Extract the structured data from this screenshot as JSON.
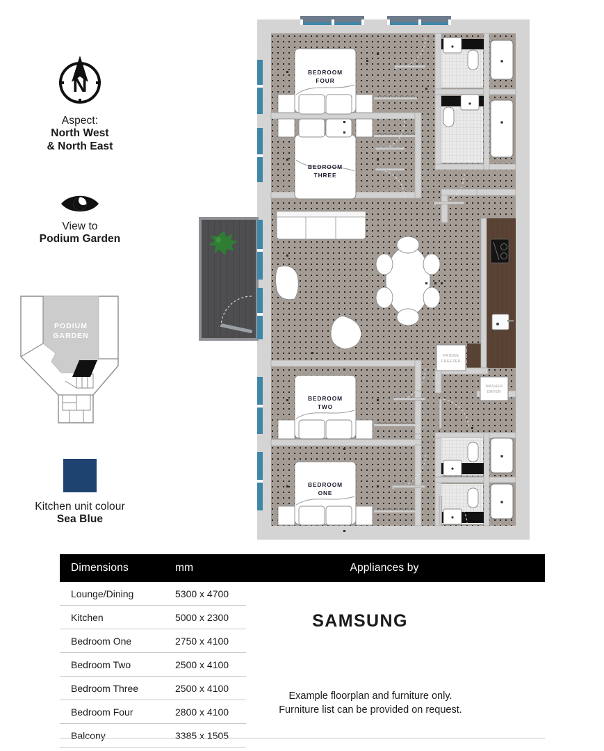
{
  "key_panel": {
    "compass": {
      "icon": "compass-north-icon",
      "letter": "N",
      "caption_label": "Aspect:",
      "caption_value_line1": "North West",
      "caption_value_line2": "& North East"
    },
    "view": {
      "icon": "eye-icon",
      "caption_label": "View to",
      "caption_value": "Podium Garden"
    },
    "podium_map": {
      "name": "podium-garden-mini-map",
      "label_line1": "PODIUM",
      "label_line2": "GARDEN",
      "fill_color": "#cccccc",
      "unit_marker_color": "#1a1a1a"
    },
    "kitchen_colour": {
      "swatch_color": "#1e4370",
      "caption_label": "Kitchen unit colour",
      "caption_value": "Sea Blue"
    }
  },
  "floorplan": {
    "rooms": [
      {
        "name": "bedroom-four",
        "line1": "BEDROOM",
        "line2": "FOUR"
      },
      {
        "name": "bedroom-three",
        "line1": "BEDROOM",
        "line2": "THREE"
      },
      {
        "name": "bedroom-two",
        "line1": "BEDROOM",
        "line2": "TWO"
      },
      {
        "name": "bedroom-one",
        "line1": "BEDROOM",
        "line2": "ONE"
      }
    ],
    "appliances": [
      {
        "name": "fridge-freezer",
        "line1": "FRIDGE",
        "line2": "FREEZER"
      },
      {
        "name": "washer-dryer",
        "line1": "WASHER",
        "line2": "DRYER"
      }
    ],
    "colors": {
      "floor": "#a49c95",
      "kitchen_floor": "#5a4334",
      "balcony_deck": "#4e4e50",
      "wall": "#d4d4d4",
      "wall_outline": "#9a9a9a",
      "glazing": "#3f86a8",
      "tile": "#e8e8e8"
    }
  },
  "table": {
    "headers": {
      "room": "Dimensions",
      "units": "mm",
      "appliances": "Appliances by"
    },
    "rows": [
      {
        "room": "Lounge/Dining",
        "size": "5300 x 4700"
      },
      {
        "room": "Kitchen",
        "size": "5000 x 2300"
      },
      {
        "room": "Bedroom One",
        "size": "2750 x 4100"
      },
      {
        "room": "Bedroom Two",
        "size": "2500 x 4100"
      },
      {
        "room": "Bedroom Three",
        "size": "2500 x 4100"
      },
      {
        "room": "Bedroom Four",
        "size": "2800 x 4100"
      },
      {
        "room": "Balcony",
        "size": "3385 x 1505"
      }
    ],
    "brand": "SAMSUNG",
    "disclaimer_line1": "Example floorplan and furniture only.",
    "disclaimer_line2": "Furniture list can be provided on request."
  }
}
